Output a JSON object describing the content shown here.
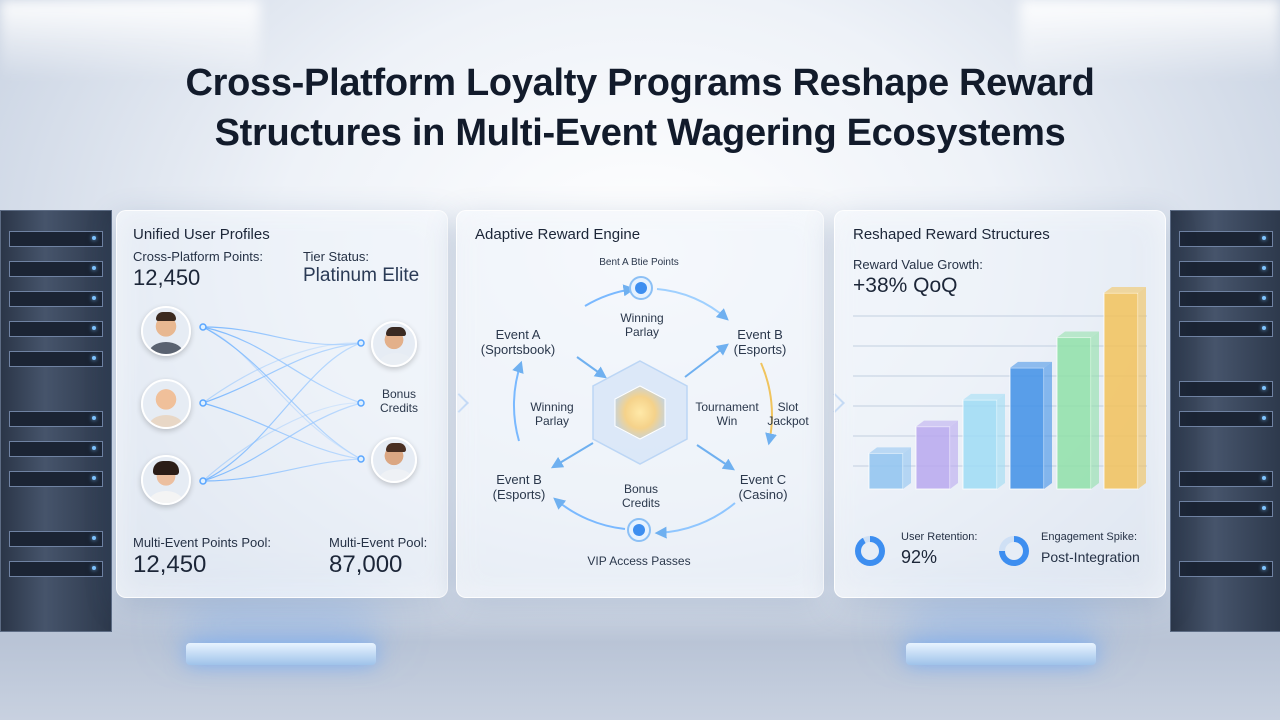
{
  "title_line1": "Cross-Platform Loyalty Programs Reshape Reward",
  "title_line2": "Structures in Multi-Event Wagering Ecosystems",
  "left_panel": {
    "title": "Unified User Profiles",
    "points_label": "Cross-Platform Points:",
    "points_value": "12,450",
    "tier_label": "Tier Status:",
    "tier_value": "Platinum Elite",
    "bonus_label": "Bonus\nCredits",
    "pool_label": "Multi-Event Points Pool:",
    "pool_value": "12,450",
    "pool2_label": "Multi-Event Pool:",
    "pool2_value": "87,000"
  },
  "mid_panel": {
    "title": "Adaptive Reward Engine",
    "top_label": "Bent A Btie Points",
    "winning_parlay_top": "Winning\nParlay",
    "event_a": "Event A\n(Sportsbook)",
    "event_b_right": "Event B\n(Esports)",
    "winning_parlay_left": "Winning\nParlay",
    "tournament_win": "Tournament\nWin",
    "slot_jackpot": "Slot\nJackpot",
    "event_b_left": "Event B\n(Esports)",
    "bonus_credits": "Bonus\nCredits",
    "event_c": "Event C\n(Casino)",
    "vip": "VIP Access Passes"
  },
  "right_panel": {
    "title": "Reshaped Reward Structures",
    "growth_label": "Reward Value Growth:",
    "growth_value": "+38% QoQ",
    "retention_label": "User Retention:",
    "retention_value": "92%",
    "retention_fraction": 0.92,
    "engagement_label": "Engagement Spike:",
    "engagement_value": "Post-Integration"
  },
  "bar_values": [
    20,
    35,
    50,
    68,
    85,
    110
  ],
  "bar_colors": [
    "#8fc3f0",
    "#b9a8ee",
    "#9fdcf4",
    "#3f8fe6",
    "#8fe0a8",
    "#f2c25a"
  ],
  "colors": {
    "accent": "#3d8ef0",
    "glow": "#7fb8ff"
  }
}
